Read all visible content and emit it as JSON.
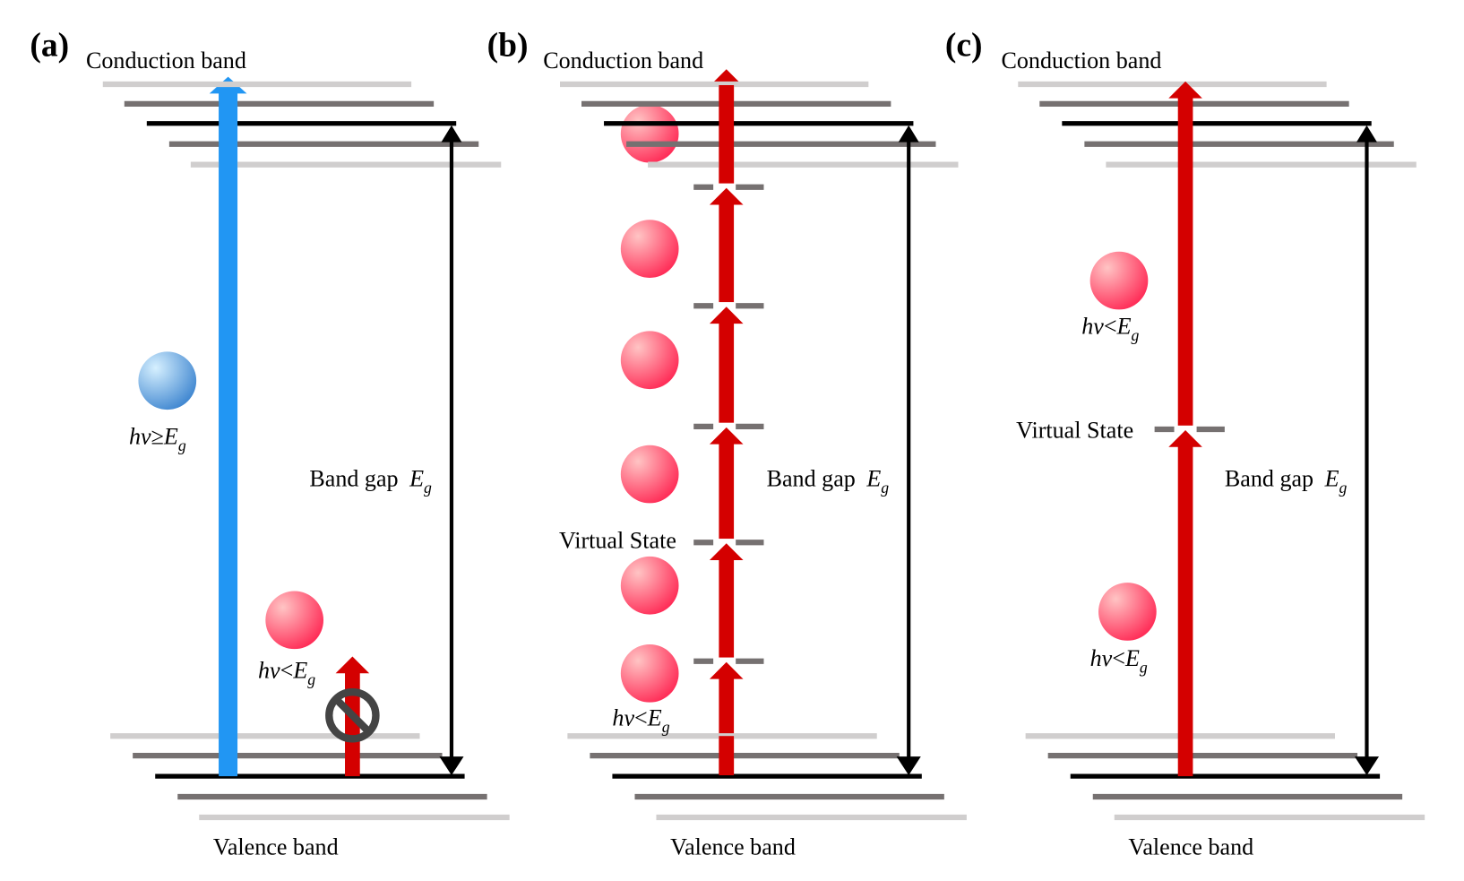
{
  "colors": {
    "band_black": "#000000",
    "band_dark": "#767171",
    "band_light": "#d0cece",
    "virtual_state": "#767171",
    "red_photon": "#d40000",
    "blue_photon": "#2196f3",
    "prohibit_sign": "#444444"
  },
  "panels": [
    {
      "label": "(a)",
      "conduction_band": "Conduction band",
      "valence_band": "Valence band",
      "band_gap": {
        "text": "Band gap",
        "symbol": "E",
        "subscript": "g"
      },
      "photons": [
        {
          "energy": "hv",
          "relation": "≥",
          "symbol": "E",
          "subscript": "g",
          "color": "blue",
          "excites": true
        },
        {
          "energy": "hv",
          "relation": "<",
          "symbol": "E",
          "subscript": "g",
          "color": "red",
          "excites": false,
          "blocked_icon": "prohibit-icon"
        }
      ]
    },
    {
      "label": "(b)",
      "conduction_band": "Conduction band",
      "valence_band": "Valence band",
      "band_gap": {
        "text": "Band gap",
        "symbol": "E",
        "subscript": "g"
      },
      "virtual_state": "Virtual State",
      "virtual_state_count": 5,
      "photon_count": 6,
      "photon_label": {
        "energy": "hv",
        "relation": "<",
        "symbol": "E",
        "subscript": "g"
      }
    },
    {
      "label": "(c)",
      "conduction_band": "Conduction band",
      "valence_band": "Valence band",
      "band_gap": {
        "text": "Band gap",
        "symbol": "E",
        "subscript": "g"
      },
      "virtual_state": "Virtual State",
      "virtual_state_count": 1,
      "photon_count": 2,
      "photon_labels": [
        {
          "energy": "hv",
          "relation": "<",
          "symbol": "E",
          "subscript": "g"
        },
        {
          "energy": "hv",
          "relation": "<",
          "symbol": "E",
          "subscript": "g"
        }
      ]
    }
  ]
}
